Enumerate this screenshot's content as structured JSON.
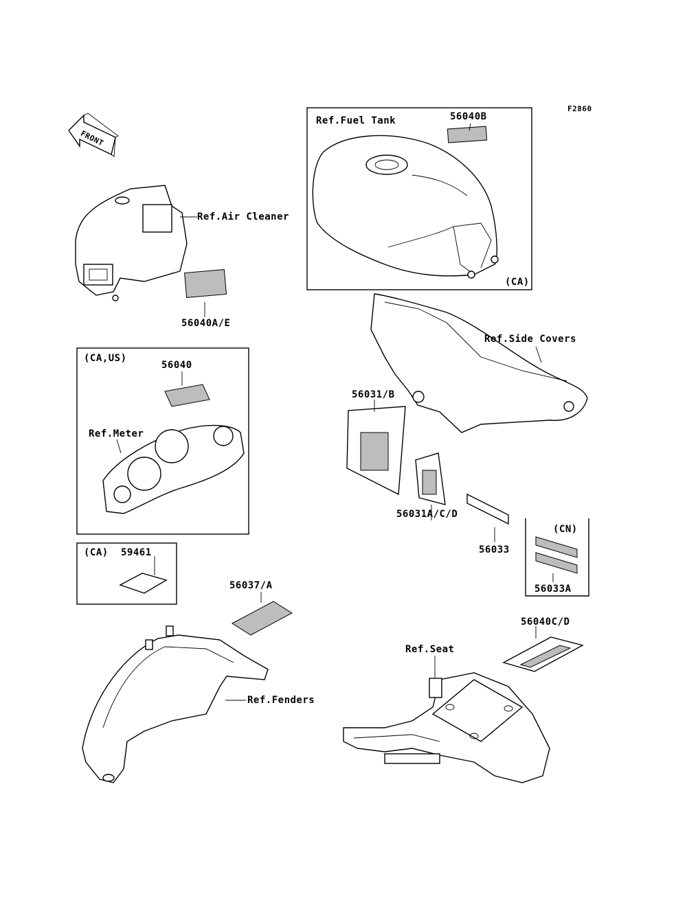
{
  "figure_id": "F2860",
  "front_arrow": "FRONT",
  "labels": {
    "ref_fuel_tank": "Ref.Fuel Tank",
    "p56040B": "56040B",
    "ref_air_cleaner": "Ref.Air Cleaner",
    "p56040AE": "56040A/E",
    "ca_1": "(CA)",
    "ref_side_covers": "Ref.Side Covers",
    "ca_us": "(CA,US)",
    "p56040": "56040",
    "ref_meter": "Ref.Meter",
    "p56031B": "56031/B",
    "p56031ACD": "56031A/C/D",
    "p56033": "56033",
    "cn": "(CN)",
    "p56033A": "56033A",
    "ca_2": "(CA)",
    "p59461": "59461",
    "p56037A": "56037/A",
    "p56040CD": "56040C/D",
    "ref_seat": "Ref.Seat",
    "ref_fenders": "Ref.Fenders"
  }
}
